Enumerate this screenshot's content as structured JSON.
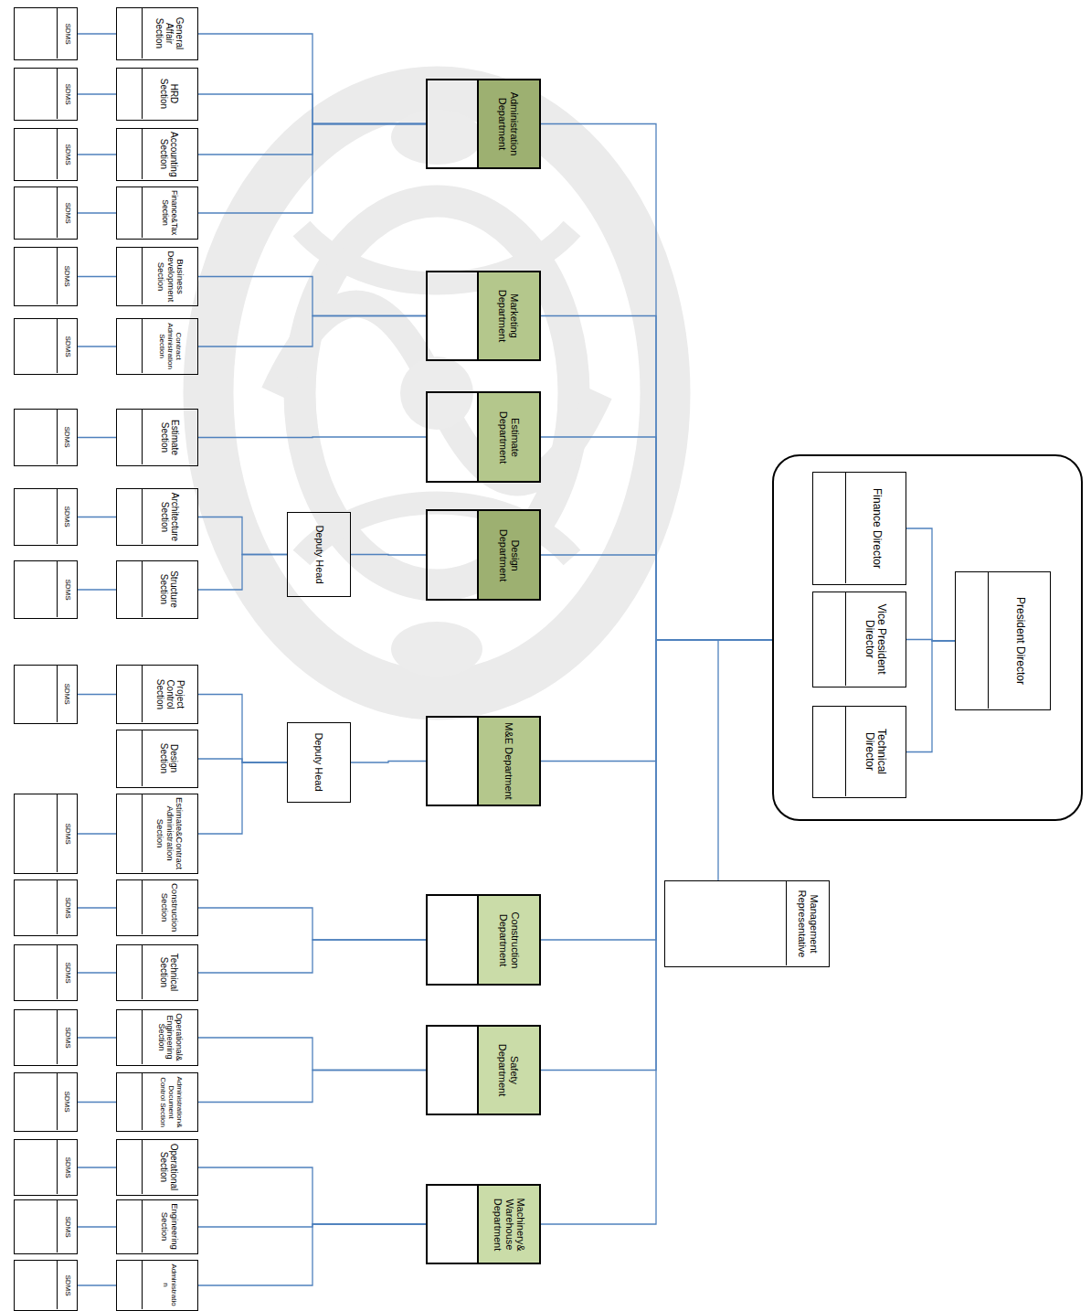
{
  "diagram": {
    "nodes": [
      {
        "text": []
      },
      {
        "text": [
          "President Director"
        ],
        "in": 0
      },
      {
        "text": [
          "Finance Director"
        ],
        "in": 0
      },
      {
        "text": [
          "Vice President Director"
        ],
        "in": 0
      },
      {
        "text": [
          "Technical Director"
        ],
        "in": 0
      },
      {
        "text": [
          "Management Representative"
        ]
      },
      {
        "text": [
          "Administration Department"
        ]
      },
      {
        "text": [
          "Marketing Department"
        ]
      },
      {
        "text": [
          "Estimate Department"
        ]
      },
      {
        "text": [
          "Design Department"
        ]
      },
      {
        "text": [
          "M&E Department"
        ]
      },
      {
        "text": [
          "Construction Department"
        ]
      },
      {
        "text": [
          "Safety Department"
        ]
      },
      {
        "text": [
          "Machinery& Warehouse Department"
        ]
      },
      {
        "text": [
          "Deputy Head"
        ]
      },
      {
        "text": [
          "Deputy Head"
        ]
      },
      {
        "text": [
          "General Affair Section"
        ]
      },
      {
        "text": [
          "HRD Section"
        ]
      },
      {
        "text": [
          "Accounting Section"
        ]
      },
      {
        "text": [
          "Finance&Tax Section"
        ]
      },
      {
        "text": [
          "Business Development Section"
        ]
      },
      {
        "text": [
          "Contract Administration Section"
        ]
      },
      {
        "text": [
          "Estimate Section"
        ]
      },
      {
        "text": [
          "Architecture Section"
        ]
      },
      {
        "text": [
          "Structure Section"
        ]
      },
      {
        "text": [
          "Project Control Section"
        ]
      },
      {
        "text": [
          "Design Section"
        ]
      },
      {
        "text": [
          "Estimate&Contract Administration Section"
        ]
      },
      {
        "text": [
          "Construction Section"
        ]
      },
      {
        "text": [
          "Technical Section"
        ]
      },
      {
        "text": [
          "Operational& Engineering Section"
        ]
      },
      {
        "text": [
          "Administration& Document Control Section"
        ]
      },
      {
        "text": [
          "Operational Section"
        ]
      },
      {
        "text": [
          "Engineering Section"
        ]
      },
      {
        "text": [
          "Administration"
        ]
      },
      {
        "text": [
          "SDMS"
        ]
      },
      {
        "text": [
          "SDMS"
        ]
      },
      {
        "text": [
          "SDMS"
        ]
      },
      {
        "text": [
          "SDMS"
        ]
      },
      {
        "text": [
          "SDMS"
        ]
      },
      {
        "text": [
          "SDMS"
        ]
      },
      {
        "text": [
          "SDMS"
        ]
      },
      {
        "text": [
          "SDMS"
        ]
      },
      {
        "text": [
          "SDMS"
        ]
      },
      {
        "text": [
          "SDMS"
        ]
      },
      {
        "text": [
          "SDMS"
        ]
      },
      {
        "text": [
          "SDMS"
        ]
      },
      {
        "text": [
          "SDMS"
        ]
      },
      {
        "text": [
          "SDMS"
        ]
      },
      {
        "text": [
          "SDMS"
        ]
      },
      {
        "text": [
          "SDMS"
        ]
      },
      {
        "text": [
          "SDMS"
        ]
      },
      {
        "text": [
          "SDMS"
        ]
      }
    ],
    "edges": [
      {
        "from": 1,
        "to": 2,
        "arrow": "none"
      },
      {
        "from": 1,
        "to": 3,
        "arrow": "none"
      },
      {
        "from": 1,
        "to": 4,
        "arrow": "none"
      },
      {
        "from": 0,
        "to": 5,
        "arrow": "none"
      },
      {
        "from": 0,
        "to": 6,
        "arrow": "none"
      },
      {
        "from": 0,
        "to": 7,
        "arrow": "none"
      },
      {
        "from": 0,
        "to": 8,
        "arrow": "none"
      },
      {
        "from": 0,
        "to": 9,
        "arrow": "none"
      },
      {
        "from": 0,
        "to": 10,
        "arrow": "none"
      },
      {
        "from": 0,
        "to": 11,
        "arrow": "none"
      },
      {
        "from": 0,
        "to": 12,
        "arrow": "none"
      },
      {
        "from": 0,
        "to": 13,
        "arrow": "none"
      },
      {
        "from": 6,
        "to": 16,
        "arrow": "none"
      },
      {
        "from": 6,
        "to": 17,
        "arrow": "none"
      },
      {
        "from": 6,
        "to": 18,
        "arrow": "none"
      },
      {
        "from": 6,
        "to": 19,
        "arrow": "none"
      },
      {
        "from": 7,
        "to": 20,
        "arrow": "none"
      },
      {
        "from": 7,
        "to": 21,
        "arrow": "none"
      },
      {
        "from": 8,
        "to": 22,
        "arrow": "none"
      },
      {
        "from": 9,
        "to": 14,
        "arrow": "none"
      },
      {
        "from": 14,
        "to": 23,
        "arrow": "none"
      },
      {
        "from": 14,
        "to": 24,
        "arrow": "none"
      },
      {
        "from": 10,
        "to": 15,
        "arrow": "none"
      },
      {
        "from": 15,
        "to": 25,
        "arrow": "none"
      },
      {
        "from": 15,
        "to": 26,
        "arrow": "none"
      },
      {
        "from": 15,
        "to": 27,
        "arrow": "none"
      },
      {
        "from": 11,
        "to": 28,
        "arrow": "none"
      },
      {
        "from": 11,
        "to": 29,
        "arrow": "none"
      },
      {
        "from": 12,
        "to": 30,
        "arrow": "none"
      },
      {
        "from": 12,
        "to": 31,
        "arrow": "none"
      },
      {
        "from": 13,
        "to": 32,
        "arrow": "none"
      },
      {
        "from": 13,
        "to": 33,
        "arrow": "none"
      },
      {
        "from": 13,
        "to": 34,
        "arrow": "none"
      },
      {
        "from": 16,
        "to": 35,
        "arrow": "none"
      },
      {
        "from": 17,
        "to": 36,
        "arrow": "none"
      },
      {
        "from": 18,
        "to": 37,
        "arrow": "none"
      },
      {
        "from": 19,
        "to": 38,
        "arrow": "none"
      },
      {
        "from": 20,
        "to": 39,
        "arrow": "none"
      },
      {
        "from": 21,
        "to": 40,
        "arrow": "none"
      },
      {
        "from": 22,
        "to": 41,
        "arrow": "none"
      },
      {
        "from": 23,
        "to": 42,
        "arrow": "none"
      },
      {
        "from": 24,
        "to": 43,
        "arrow": "none"
      },
      {
        "from": 25,
        "to": 44,
        "arrow": "none"
      },
      {
        "from": 27,
        "to": 45,
        "arrow": "none"
      },
      {
        "from": 28,
        "to": 46,
        "arrow": "none"
      },
      {
        "from": 29,
        "to": 47,
        "arrow": "none"
      },
      {
        "from": 30,
        "to": 48,
        "arrow": "none"
      },
      {
        "from": 31,
        "to": 49,
        "arrow": "none"
      },
      {
        "from": 32,
        "to": 50,
        "arrow": "none"
      },
      {
        "from": 33,
        "to": 51,
        "arrow": "none"
      },
      {
        "from": 34,
        "to": 52,
        "arrow": "none"
      }
    ]
  }
}
